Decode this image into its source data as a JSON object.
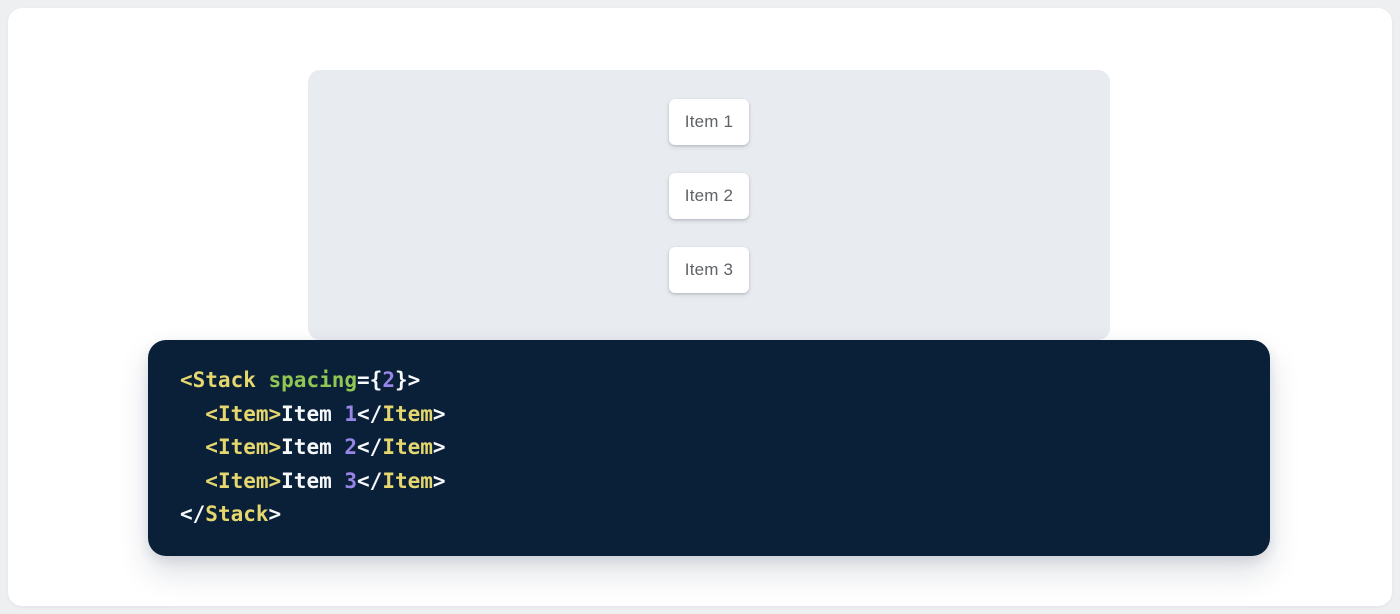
{
  "demo": {
    "items": [
      {
        "label": "Item 1"
      },
      {
        "label": "Item 2"
      },
      {
        "label": "Item 3"
      }
    ]
  },
  "code": {
    "language": "jsx",
    "text": "<Stack spacing={2}>\n  <Item>Item 1</Item>\n  <Item>Item 2</Item>\n  <Item>Item 3</Item>\n</Stack>",
    "lines": [
      [
        {
          "t": "<Stack",
          "c": "tag"
        },
        {
          "t": " ",
          "c": "plain"
        },
        {
          "t": "spacing",
          "c": "attr"
        },
        {
          "t": "={",
          "c": "plain"
        },
        {
          "t": "2",
          "c": "num"
        },
        {
          "t": "}>",
          "c": "plain"
        }
      ],
      [
        {
          "t": "  ",
          "c": "plain"
        },
        {
          "t": "<Item>",
          "c": "tag"
        },
        {
          "t": "Item ",
          "c": "plain"
        },
        {
          "t": "1",
          "c": "num"
        },
        {
          "t": "</",
          "c": "plain"
        },
        {
          "t": "Item",
          "c": "tag"
        },
        {
          "t": ">",
          "c": "plain"
        }
      ],
      [
        {
          "t": "  ",
          "c": "plain"
        },
        {
          "t": "<Item>",
          "c": "tag"
        },
        {
          "t": "Item ",
          "c": "plain"
        },
        {
          "t": "2",
          "c": "num"
        },
        {
          "t": "</",
          "c": "plain"
        },
        {
          "t": "Item",
          "c": "tag"
        },
        {
          "t": ">",
          "c": "plain"
        }
      ],
      [
        {
          "t": "  ",
          "c": "plain"
        },
        {
          "t": "<Item>",
          "c": "tag"
        },
        {
          "t": "Item ",
          "c": "plain"
        },
        {
          "t": "3",
          "c": "num"
        },
        {
          "t": "</",
          "c": "plain"
        },
        {
          "t": "Item",
          "c": "tag"
        },
        {
          "t": ">",
          "c": "plain"
        }
      ],
      [
        {
          "t": "</",
          "c": "plain"
        },
        {
          "t": "Stack",
          "c": "tag"
        },
        {
          "t": ">",
          "c": "plain"
        }
      ]
    ]
  },
  "colors": {
    "page_bg": "#edeff1",
    "surface": "#ffffff",
    "panel_bg": "#e8ebf0",
    "item_text": "#5f6368",
    "code_bg": "#0a2038",
    "tok_tag": "#e5d76e",
    "tok_attr": "#90c653",
    "tok_num": "#9785e8",
    "tok_plain": "#f6f8fa"
  }
}
